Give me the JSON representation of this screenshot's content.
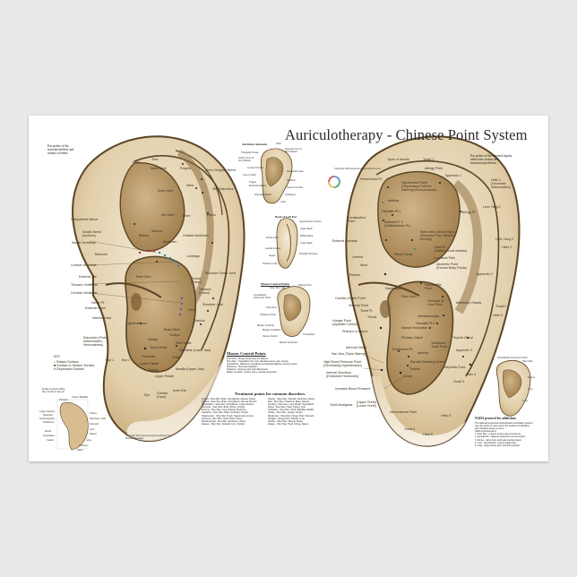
{
  "title": "Auriculotherapy - Chinese Point System",
  "left_ear": {
    "note": "Ear points of the\nmusculoskeletal and\nurinary systems.",
    "labels": [
      "Heel",
      "Toes",
      "Ankle Joint",
      "Fingers",
      "Minor Occipital Nerve",
      "Wrist",
      "Skin Disorders",
      "Knee Joint",
      "Hip Joint",
      "Knee",
      "Elbow",
      "Sympathetic Nerve",
      "Sciatic Nerve\n(Ischium)",
      "Bulbus",
      "Sacrum",
      "Abdomen",
      "Outside Abdomen",
      "Sacral Vertebrae",
      "Buttocks",
      "Lumbar Vertebrae",
      "Lumbago",
      "External Ear",
      "Point Zero",
      "Thorax\n(Chest)",
      "Shoulder Elbow Joint",
      "Thoracic Vertebrae",
      "Thoracic\n(Chest)",
      "Cervical Vertebrae",
      "Shoulder Joint",
      "Nerve Pt.",
      "External Nose",
      "Neck",
      "Internal Nose",
      "Clavicle",
      "Hypothalamus",
      "Brain Stem",
      "Occiput",
      "Subcortex (Pain,\nInflammation,\nNervousness)",
      "Vertigo",
      "Soft Palate",
      "Top of Head",
      "Mandible (Lower Jaw)",
      "Eye 1",
      "Eye 2",
      "Forehead",
      "Teeth",
      "Lower Palate",
      "Tongue",
      "Maxilla (Upper Jaw)",
      "Upper Palate",
      "Eye",
      "Cheeks\n(Face)",
      "Inner Ear"
    ],
    "key": {
      "title": "KEY",
      "items": [
        "Raised Surface",
        "Surface or Hidden Surface",
        "Depressed Surface"
      ]
    },
    "inset_note": "Points located within\nthe concha of the ear",
    "inset_labels": [
      "Prostate",
      "Ureter / Bladder",
      "Large Intestine",
      "Appendix",
      "Small Intestine",
      "Duodenum",
      "Mouth",
      "Esophagus",
      "Cardia",
      "Stomach",
      "Liver",
      "Spleen",
      "Lung",
      "Trachea",
      "Heart",
      "Kidney",
      "Pancreas / Gall"
    ]
  },
  "anatomy_panel": {
    "title": "Auricular Anatomy",
    "labels": [
      "Helix",
      "Triangular Fossa",
      "Inferior Crus of the Antihelix",
      "Superior Crus of the Antihelix",
      "Cymba Concha",
      "Crus of Helix",
      "Tragus",
      "External Auditory",
      "Intertragic Notch",
      "Antihelix",
      "Cavum Concha",
      "Antitragus",
      "Lobe",
      "Scaphoid Fossa"
    ]
  },
  "back_panel": {
    "title": "Back of Left Ear",
    "labels": [
      "Hypertension Groove",
      "Upper Back",
      "Middle Back",
      "Lower Back",
      "Spinal Cord",
      "Lateral Groove",
      "Posterior Lobe",
      "Vagus",
      "Shoulder Muscles"
    ]
  },
  "master_panel": {
    "title": "Master Control Points",
    "labels": [
      "Shen Men (28)",
      "Allergy Point",
      "Sympathetic Autonomic Point",
      "Point Zero",
      "Thalamus Point",
      "Master Cerebral",
      "Master Oscillation",
      "Stress Control",
      "Tranquilizer",
      "Master Sensorial"
    ]
  },
  "master_text": {
    "title": "Master Control Points",
    "lines": [
      "Point Zero - Brings whole body into balance",
      "Shen Men - Tranquilizes the mind, alleviates stress, pain, anxiety",
      "Sympathetic - Balances sympathetic and parasympathetic nervous system",
      "Endocrine - Hormonal regulation",
      "Thalamus - Reduces pain and inflammation",
      "Master Cerebral - Anxiety, worry, neurotic depression"
    ]
  },
  "treatment_text": {
    "title": "Treatment points for common disorders.",
    "col1": [
      "Anxiety - Shen Men, Brain, Sympathetic, Adrenal, Kidney",
      "Asthma - Shen Men, Brain, Sympathetic, Adrenal, Bronchi",
      "Constipation - Shen Men, Sympathetic, Large Intestine",
      "Dizziness - Shen Men, Brain, Kidney, Occiput",
      "Eczema - Shen Men, Lung, Adrenal, Endocrine",
      "Headache - Shen Men, Brain, Forehead, Occiput",
      "Hypertension - Shen Men, Heart, Hypertension Groove",
      "Insomnia - Shen Men, Heart, Brain, Kidney",
      "Menstrual pain - Shen Men, Endocrine, Uterus",
      "Nausea - Shen Men, Stomach, Liver, Occiput"
    ],
    "col2": [
      "Obesity - Shen Men, Stomach, Endocrine, Mouth",
      "Pain - Shen Men, Thalamus, Brain, Adrenal",
      "Smoking - Shen Men, Lung, Mouth, Sympathetic",
      "Stress - Shen Men, Heart, Kidney, Liver",
      "Toothache - Shen Men, Teeth, Mandible, Maxilla",
      "Vertigo - Shen Men, Vertigo, Occiput",
      "Weight loss - Shen Men, Hunger Point, Stomach",
      "Allergies - Allergy Point, Adrenal, Lung",
      "Arthritis - Shen Men, Adrenal, Kidney",
      "Fatigue - Shen Men, Heart, Kidney, Spleen"
    ]
  },
  "copyright": "Copyright 2014 www.AcupuncturePoster.com",
  "left_credit": "Copyright 2014 www.AcupuncturePoster.com\nMedical Illustrator",
  "right_ear": {
    "note": "Ear points of the internal organs,\nendocrine system and\nfunctional problems.",
    "labels": [
      "Apex of auricle",
      "Tonsil 1",
      "Allergy Point",
      "Hemorroidal Pt.",
      "Appendix 1",
      "Hypotensive Point\n(Depressing Point for\nlowering blood pressure)",
      "Helix 1\n(Decrease\nInflammation)",
      "Asthma",
      "Liver Yang 1",
      "Allergy Pt.",
      "Constipation\nPoint",
      "Hepatitis Pt.1",
      "Asthma Pt. 1\n(Antihistamine Pt.)",
      "External Genitals",
      "Shen Men (Divine Gate)\n(Reduces Pain, Tension,\nAnxiety)",
      "Liver Yang 2",
      "Helix 2",
      "Heat Pt.\n(Dilates blood vessels)",
      "Pelvic Cavity",
      "Low Back Pain",
      "Urethra",
      "Anus",
      "Appendix 2",
      "Rectum",
      "Aesthetic Point\n(Excess Body Fluids)",
      "Diaphragm",
      "Point Zero",
      "Pancreatitis Point",
      "Tonsil 2",
      "Cardiac (Heart) Point",
      "Visceral Point",
      "Cirrhosis of Liver Point",
      "Mammary Glands",
      "Helix 3",
      "Thirst Pt.",
      "Throat",
      "Hematomegaly",
      "Hunger Point\n(Appetite Control)",
      "Hepatitis Pt.2",
      "Pharynx & Larynx",
      "Muscle Relaxation",
      "Thyroid Gland",
      "Adrenal Gland",
      "Pituitary Gland",
      "Toothache\nTooth Point",
      "San Jiao (Triple Warmer)",
      "Excitement Pt.",
      "Asthma",
      "Appendix 3",
      "High Blood Pressure Point\n(Decreasing Hypertension)",
      "Parotid (Salivary) Gland",
      "Testicle",
      "Nephritis Point",
      "Internal Secretion\n(Endocrine Hormones)",
      "Ovary",
      "Helix 4",
      "Tonsil 3",
      "Increase Blood Pressure",
      "Tooth Analgesia",
      "(Upper Teeth)\n(Lower Teeth)",
      "Nervousness Point",
      "Helix 5",
      "Tonsil 4",
      "Helix 6"
    ]
  },
  "nada": {
    "labels": [
      "Sympathetic Autonomic Point",
      "Shen Men",
      "Kidney",
      "Liver",
      "Lung"
    ],
    "title": "NADA protocol for addictions",
    "lines": [
      "The National Acupuncture Detoxification Association protocol",
      "uses five points on each ear for the treatment of addiction",
      "and substance abuse recovery.",
      "NADA points/functions:",
      "1. Shen Men - reduces anxiety and nervousness",
      "2. Sympathetic - balances autonomic nervous system",
      "3. Kidney - calms fears and heals internal organs",
      "4. Liver - detoxification, reduces aggression",
      "5. Lung - helps release grief, promotes aeration"
    ]
  },
  "colors": {
    "skin_dark": "#8a6a3a",
    "skin_mid": "#c3a679",
    "skin_light": "#ece0c8",
    "outline": "#5b4626",
    "sacral": "#c0314a",
    "lumbar": "#2e8ea0",
    "thoracic": "#86a54a",
    "cervical": "#5a5fa0"
  }
}
